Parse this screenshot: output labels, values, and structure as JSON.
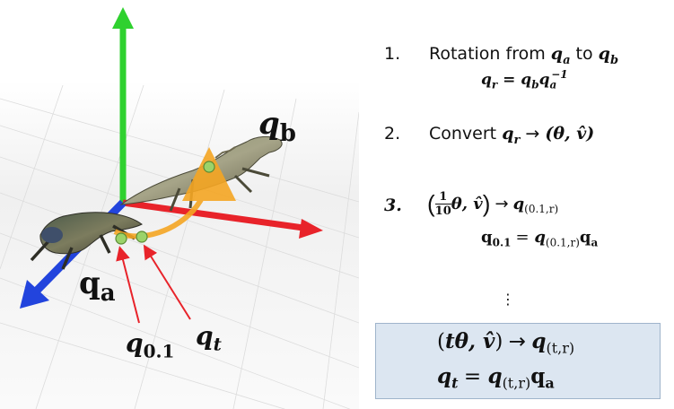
{
  "scene": {
    "qa_label": "q",
    "qa_sub": "a",
    "qb_label": "q",
    "qb_sub": "b",
    "q01_label": "q",
    "q01_sub": "0.1",
    "qt_label": "q",
    "qt_sub": "t"
  },
  "steps": {
    "s1_num": "1.",
    "s1_text": "Rotation from",
    "s1_to": "to",
    "s2_num": "2.",
    "s2_text": "Convert",
    "s3_num": "3.",
    "ellipsis": "⋮"
  },
  "colors": {
    "x_axis": "#e8232a",
    "y_axis": "#2fd12f",
    "z_axis": "#2244dd",
    "path_arc": "#f5a623",
    "pointer": "#e8232a",
    "box_fill": "#dce6f1"
  }
}
